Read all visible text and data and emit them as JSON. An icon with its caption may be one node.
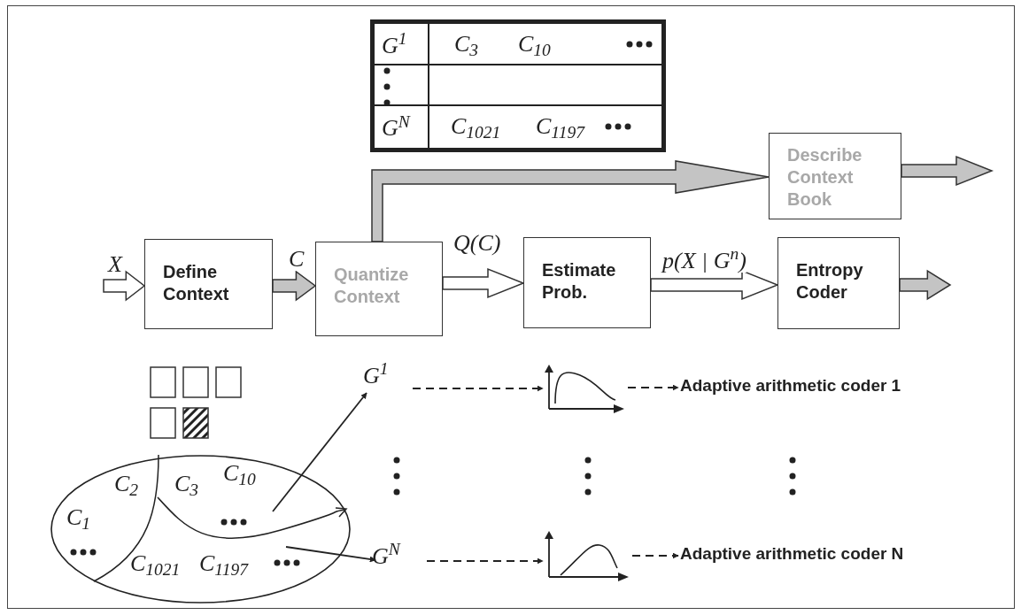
{
  "diagram": {
    "nodes": [
      {
        "text": [
          "Define Context"
        ]
      },
      {
        "text": [
          "Quantize Context"
        ]
      },
      {
        "text": [
          "Estimate Prob."
        ]
      },
      {
        "text": [
          "Entropy Coder"
        ]
      },
      {
        "text": [
          "Describe Context Book"
        ]
      },
      {
        "text": [
          "C$_{2}$",
          "C$_{3}$",
          "C$_{10}$",
          "C$_{1}$",
          "C$_{1021}$",
          "C$_{1197}$"
        ]
      },
      {
        "text": [
          "G$^{1}$"
        ]
      },
      {
        "text": [
          "G$^{N}$"
        ]
      },
      {
        "text": [],
        "shape": "picture"
      },
      {
        "text": [
          "Adaptive arithmetic coder 1"
        ]
      },
      {
        "text": [],
        "shape": "picture"
      },
      {
        "text": [
          "Adaptive arithmetic coder N"
        ]
      }
    ],
    "edges": [
      {
        "from": null,
        "to": 0,
        "arrow": "to",
        "label": "X",
        "style": "thick"
      },
      {
        "from": 0,
        "to": 1,
        "arrow": "to",
        "label": "C",
        "style": "thick",
        "color": "#c4c4c4"
      },
      {
        "from": 1,
        "to": 2,
        "arrow": "to",
        "label": "Q(C)",
        "style": "thick"
      },
      {
        "from": 2,
        "to": 3,
        "arrow": "to",
        "label": "p(X | G$^{n}$)",
        "style": "thick"
      },
      {
        "from": 3,
        "to": null,
        "arrow": "to",
        "style": "thick",
        "color": "#c4c4c4"
      },
      {
        "from": 1,
        "to": 4,
        "arrow": "to",
        "style": "thick",
        "color": "#c4c4c4"
      },
      {
        "from": 4,
        "to": null,
        "arrow": "to",
        "style": "thick",
        "color": "#c4c4c4"
      },
      {
        "from": 5,
        "to": 6,
        "arrow": "to"
      },
      {
        "from": 5,
        "to": 7,
        "arrow": "to"
      },
      {
        "from": 6,
        "to": 8,
        "arrow": "to",
        "style": "dashed"
      },
      {
        "from": 7,
        "to": 10,
        "arrow": "to",
        "style": "dashed"
      },
      {
        "from": 8,
        "to": 9,
        "arrow": "to",
        "style": "dashed"
      },
      {
        "from": 10,
        "to": 11,
        "arrow": "to",
        "style": "dashed"
      }
    ],
    "labels": [
      "G$^{1}$",
      "C$_{3}$",
      "C$_{10}$",
      "G$^{N}$",
      "C$_{1021}$",
      "C$_{1197}$"
    ]
  }
}
